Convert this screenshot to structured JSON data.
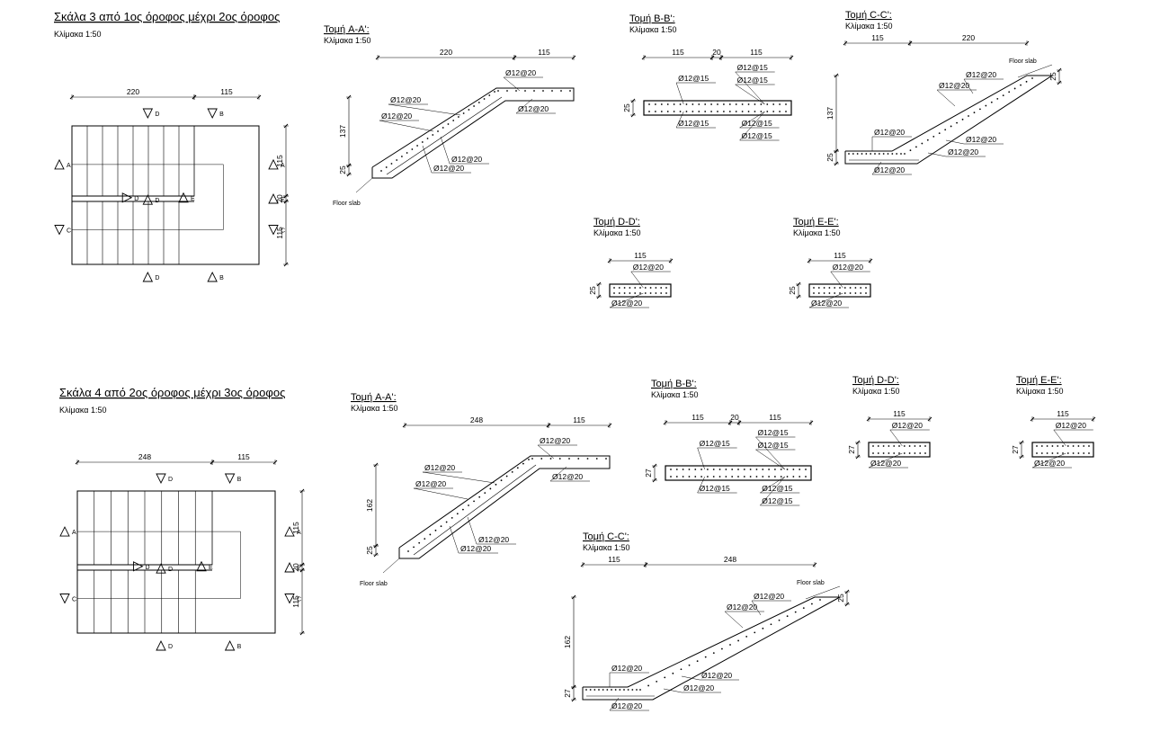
{
  "titles": {
    "stair3": "Σκάλα 3 από 1ος όροφος μέχρι 2ος όροφος",
    "stair4": "Σκάλα 4 από 2ος όροφος μέχρι 3ος όροφος"
  },
  "scale": "Κλίμακα 1:50",
  "floor_slab": "Floor slab",
  "section_markers": [
    "A",
    "B",
    "C",
    "D",
    "E"
  ],
  "stair3": {
    "plan_dims": {
      "flight": "220",
      "landing": "115",
      "h1": "115",
      "h2": "20",
      "h3": "115"
    },
    "sec_aa": {
      "title": "Τομή A-A':",
      "dims": [
        "220",
        "115",
        "137",
        "25"
      ],
      "bars": [
        "Ø12@20",
        "Ø12@20",
        "Ø12@20",
        "Ø12@20",
        "Ø12@20",
        "Ø12@20"
      ]
    },
    "sec_bb": {
      "title": "Τομή B-B':",
      "dims": [
        "115",
        "20",
        "115",
        "25"
      ],
      "bars": [
        "Ø12@15",
        "Ø12@15",
        "Ø12@15",
        "Ø12@15",
        "Ø12@15",
        "Ø12@15"
      ]
    },
    "sec_cc": {
      "title": "Τομή C-C':",
      "dims": [
        "115",
        "220",
        "137",
        "25",
        "25"
      ],
      "bars": [
        "Ø12@20",
        "Ø12@20",
        "Ø12@20",
        "Ø12@20",
        "Ø12@20",
        "Ø12@20"
      ]
    },
    "sec_dd": {
      "title": "Τομή D-D':",
      "dims": [
        "115",
        "25"
      ],
      "bars": [
        "Ø12@20",
        "Ø12@20"
      ]
    },
    "sec_ee": {
      "title": "Τομή E-E':",
      "dims": [
        "115",
        "25"
      ],
      "bars": [
        "Ø12@20",
        "Ø12@20"
      ]
    }
  },
  "stair4": {
    "plan_dims": {
      "flight": "248",
      "landing": "115",
      "h1": "115",
      "h2": "20",
      "h3": "115"
    },
    "sec_aa": {
      "title": "Τομή A-A':",
      "dims": [
        "248",
        "115",
        "162",
        "25"
      ],
      "bars": [
        "Ø12@20",
        "Ø12@20",
        "Ø12@20",
        "Ø12@20",
        "Ø12@20",
        "Ø12@20"
      ]
    },
    "sec_bb": {
      "title": "Τομή B-B':",
      "dims": [
        "115",
        "20",
        "115",
        "27"
      ],
      "bars": [
        "Ø12@15",
        "Ø12@15",
        "Ø12@15",
        "Ø12@15",
        "Ø12@15",
        "Ø12@15"
      ]
    },
    "sec_cc": {
      "title": "Τομή C-C':",
      "dims": [
        "115",
        "248",
        "162",
        "27",
        "25"
      ],
      "bars": [
        "Ø12@20",
        "Ø12@20",
        "Ø12@20",
        "Ø12@20",
        "Ø12@20",
        "Ø12@20"
      ]
    },
    "sec_dd": {
      "title": "Τομή D-D':",
      "dims": [
        "115",
        "27"
      ],
      "bars": [
        "Ø12@20",
        "Ø12@20"
      ]
    },
    "sec_ee": {
      "title": "Τομή E-E':",
      "dims": [
        "115",
        "27"
      ],
      "bars": [
        "Ø12@20",
        "Ø12@20"
      ]
    }
  }
}
